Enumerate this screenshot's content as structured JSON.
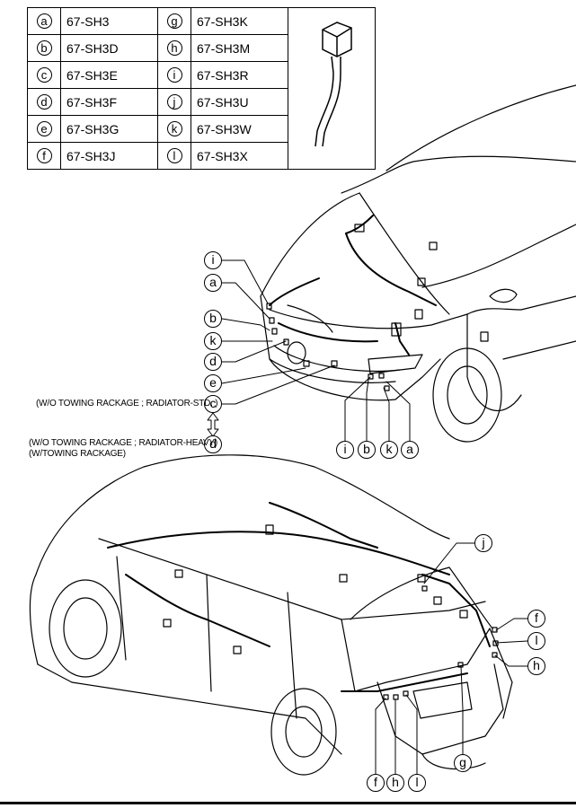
{
  "legend": [
    {
      "key": "a",
      "code": "67-SH3"
    },
    {
      "key": "b",
      "code": "67-SH3D"
    },
    {
      "key": "c",
      "code": "67-SH3E"
    },
    {
      "key": "d",
      "code": "67-SH3F"
    },
    {
      "key": "e",
      "code": "67-SH3G"
    },
    {
      "key": "f",
      "code": "67-SH3J"
    },
    {
      "key": "g",
      "code": "67-SH3K"
    },
    {
      "key": "h",
      "code": "67-SH3M"
    },
    {
      "key": "i",
      "code": "67-SH3R"
    },
    {
      "key": "j",
      "code": "67-SH3U"
    },
    {
      "key": "k",
      "code": "67-SH3W"
    },
    {
      "key": "l",
      "code": "67-SH3X"
    }
  ],
  "notes": {
    "std": "(W/O TOWING RACKAGE ; RADIATOR-STD. )",
    "heavy_line1": "(W/O TOWING RACKAGE ; RADIATOR-HEAVY)",
    "heavy_line2": "(W/TOWING RACKAGE)"
  },
  "callouts": {
    "front_left": [
      "i",
      "a",
      "b",
      "k",
      "d",
      "e",
      "c",
      "d"
    ],
    "front_bottom": [
      "i",
      "b",
      "k",
      "a"
    ],
    "rear_top": "j",
    "rear_right": [
      "f",
      "l",
      "h"
    ],
    "rear_bottom": [
      "f",
      "h",
      "l",
      "g"
    ]
  }
}
